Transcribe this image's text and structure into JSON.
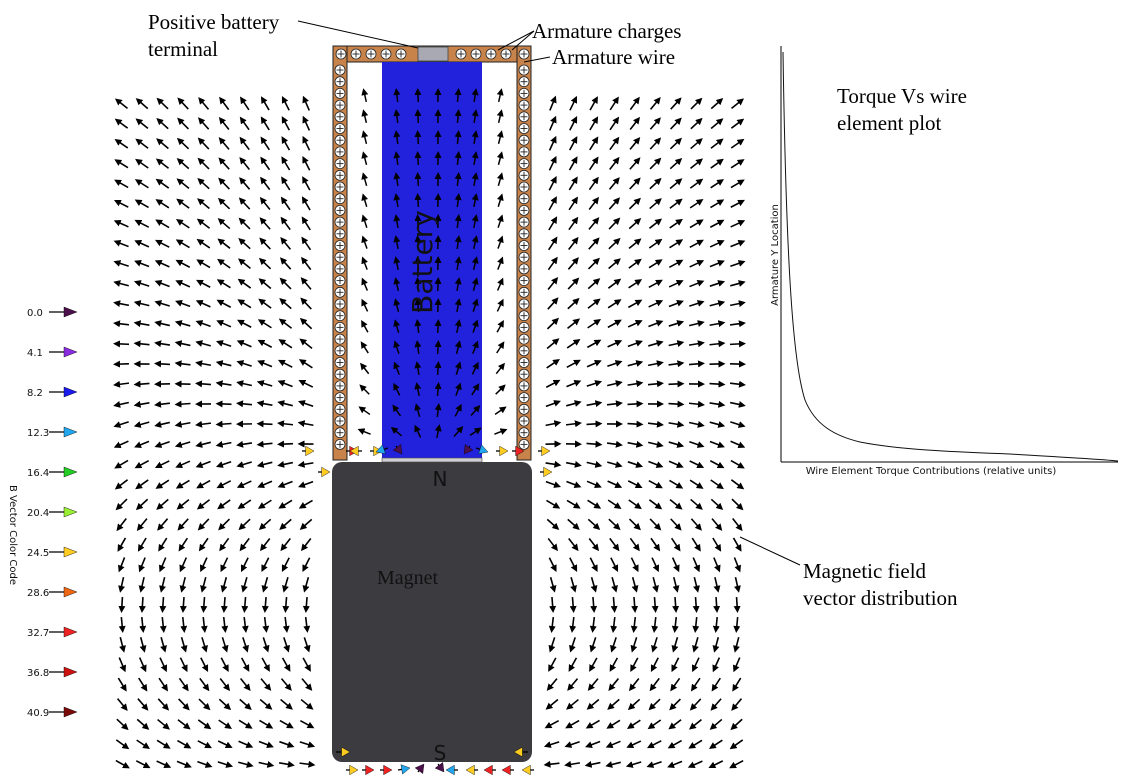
{
  "annotations": {
    "battery_terminal_line1": "Positive battery",
    "battery_terminal_line2": "terminal",
    "armature_charges": "Armature charges",
    "armature_wire": "Armature wire",
    "field_line1": "Magnetic field",
    "field_line2": "vector distribution"
  },
  "battery": {
    "label": "Battery",
    "color": "#2222dd"
  },
  "magnet": {
    "label": "Magnet",
    "north": "N",
    "south": "S",
    "color": "#3c3c40"
  },
  "wire": {
    "color": "#c8834a"
  },
  "legend": {
    "axis_label": "B Vector Color Code",
    "entries": [
      {
        "value": "0.0",
        "color": "#4b0f4b"
      },
      {
        "value": "4.1",
        "color": "#8a2be2"
      },
      {
        "value": "8.2",
        "color": "#1a1aee"
      },
      {
        "value": "12.3",
        "color": "#22a6ee"
      },
      {
        "value": "16.4",
        "color": "#22cc22"
      },
      {
        "value": "20.4",
        "color": "#99ee33"
      },
      {
        "value": "24.5",
        "color": "#ffcc22"
      },
      {
        "value": "28.6",
        "color": "#ee6611"
      },
      {
        "value": "32.7",
        "color": "#ee2222"
      },
      {
        "value": "36.8",
        "color": "#cc1111"
      },
      {
        "value": "40.9",
        "color": "#7a0a0a"
      }
    ]
  },
  "plot": {
    "title_line1": "Torque Vs wire",
    "title_line2": "element plot",
    "ylabel": "Armature Y Location",
    "xlabel": "Wire Element Torque Contributions (relative units)"
  }
}
